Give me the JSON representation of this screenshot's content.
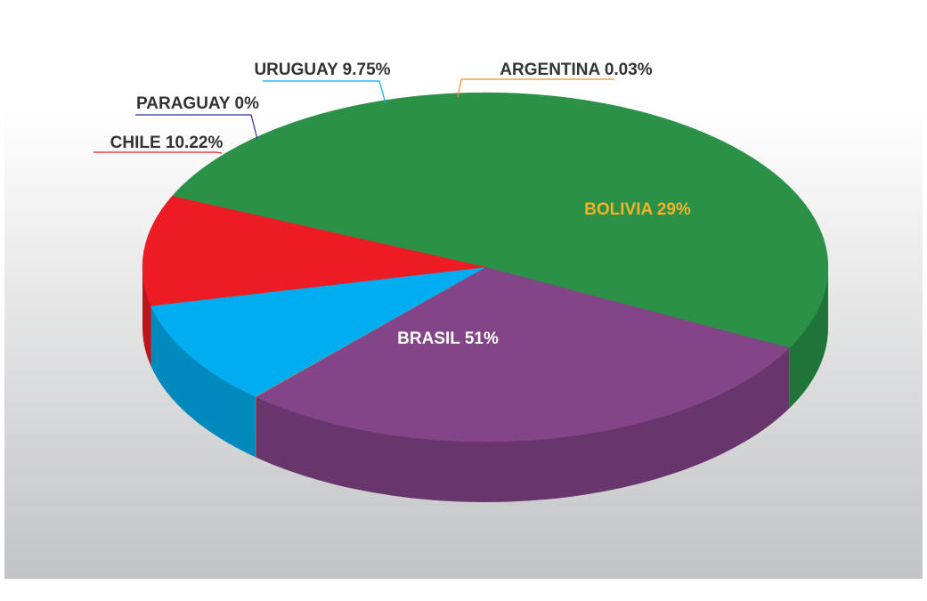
{
  "chart_data": {
    "type": "pie",
    "title": "",
    "slices": [
      {
        "label": "BRASIL 51%",
        "name": "BRASIL",
        "value": 51,
        "color": "#2A9147",
        "side_color": "#1F743A",
        "label_color": "#FFFFFF"
      },
      {
        "label": "BOLIVIA 29%",
        "name": "BOLIVIA",
        "value": 29,
        "color": "#834488",
        "side_color": "#68366C",
        "label_color": "#F3B229"
      },
      {
        "label": "ARGENTINA 0.03%",
        "name": "ARGENTINA",
        "value": 0.03,
        "color": "#F08A30",
        "side_color": "#C56F24",
        "label_color": "#333333"
      },
      {
        "label": "URUGUAY 9.75%",
        "name": "URUGUAY",
        "value": 9.75,
        "color": "#00AEEF",
        "side_color": "#0089BD",
        "label_color": "#333333"
      },
      {
        "label": "PARAGUAY 0%",
        "name": "PARAGUAY",
        "value": 0,
        "color": "#2E3192",
        "side_color": "#232673",
        "label_color": "#333333"
      },
      {
        "label": "CHILE 10.22%",
        "name": "CHILE",
        "value": 10.22,
        "color": "#ED1C24",
        "side_color": "#BB161C",
        "label_color": "#333333"
      }
    ],
    "legend": "none",
    "style": "3d-exploded-pie"
  }
}
